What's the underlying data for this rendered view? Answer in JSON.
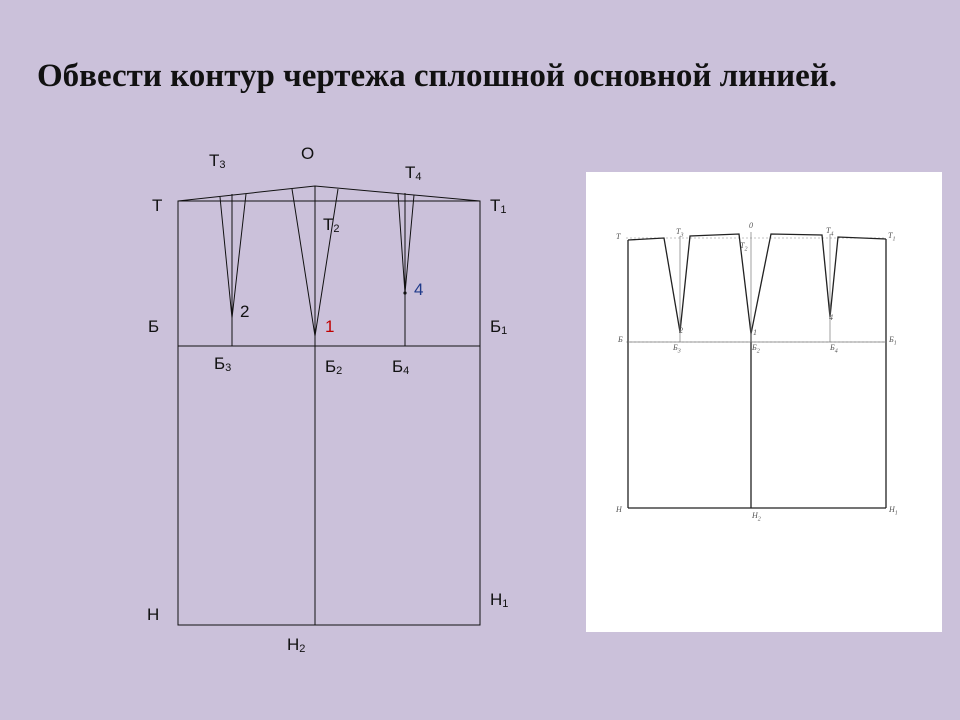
{
  "title": "Обвести контур чертежа сплошной основной линией.",
  "labels": {
    "O": "О",
    "T": "Т",
    "T1": {
      "base": "Т",
      "sub": "1"
    },
    "T2": {
      "base": "Т",
      "sub": "2"
    },
    "T3": {
      "base": "Т",
      "sub": "3"
    },
    "T4": {
      "base": "Т",
      "sub": "4"
    },
    "B": "Б",
    "B1": {
      "base": "Б",
      "sub": "1"
    },
    "B2": {
      "base": "Б",
      "sub": "2"
    },
    "B3": {
      "base": "Б",
      "sub": "3"
    },
    "B4": {
      "base": "Б",
      "sub": "4"
    },
    "N": "Н",
    "N1": {
      "base": "Н",
      "sub": "1"
    },
    "N2": {
      "base": "Н",
      "sub": "2"
    },
    "p1": "1",
    "p2": "2",
    "p4": "4"
  },
  "photo_labels": {
    "T": "Т",
    "T1": {
      "base": "Т",
      "sub": "1"
    },
    "T2": {
      "base": "Т",
      "sub": "2"
    },
    "T3": {
      "base": "Т",
      "sub": "3"
    },
    "T4": {
      "base": "Т",
      "sub": "4"
    },
    "O": "0",
    "B": "Б",
    "B1": {
      "base": "Б",
      "sub": "1"
    },
    "B2": {
      "base": "Б",
      "sub": "2"
    },
    "B3": {
      "base": "Б",
      "sub": "3"
    },
    "B4": {
      "base": "Б",
      "sub": "4"
    },
    "N": "Н",
    "N1": {
      "base": "Н",
      "sub": "1"
    },
    "N2": {
      "base": "Н",
      "sub": "2"
    },
    "p1": "1",
    "p2": "2",
    "p4": "4"
  },
  "colors": {
    "background": "#cbc1da",
    "line": "#111111",
    "accent_red": "#c00000",
    "accent_blue": "#1f3a8a"
  }
}
